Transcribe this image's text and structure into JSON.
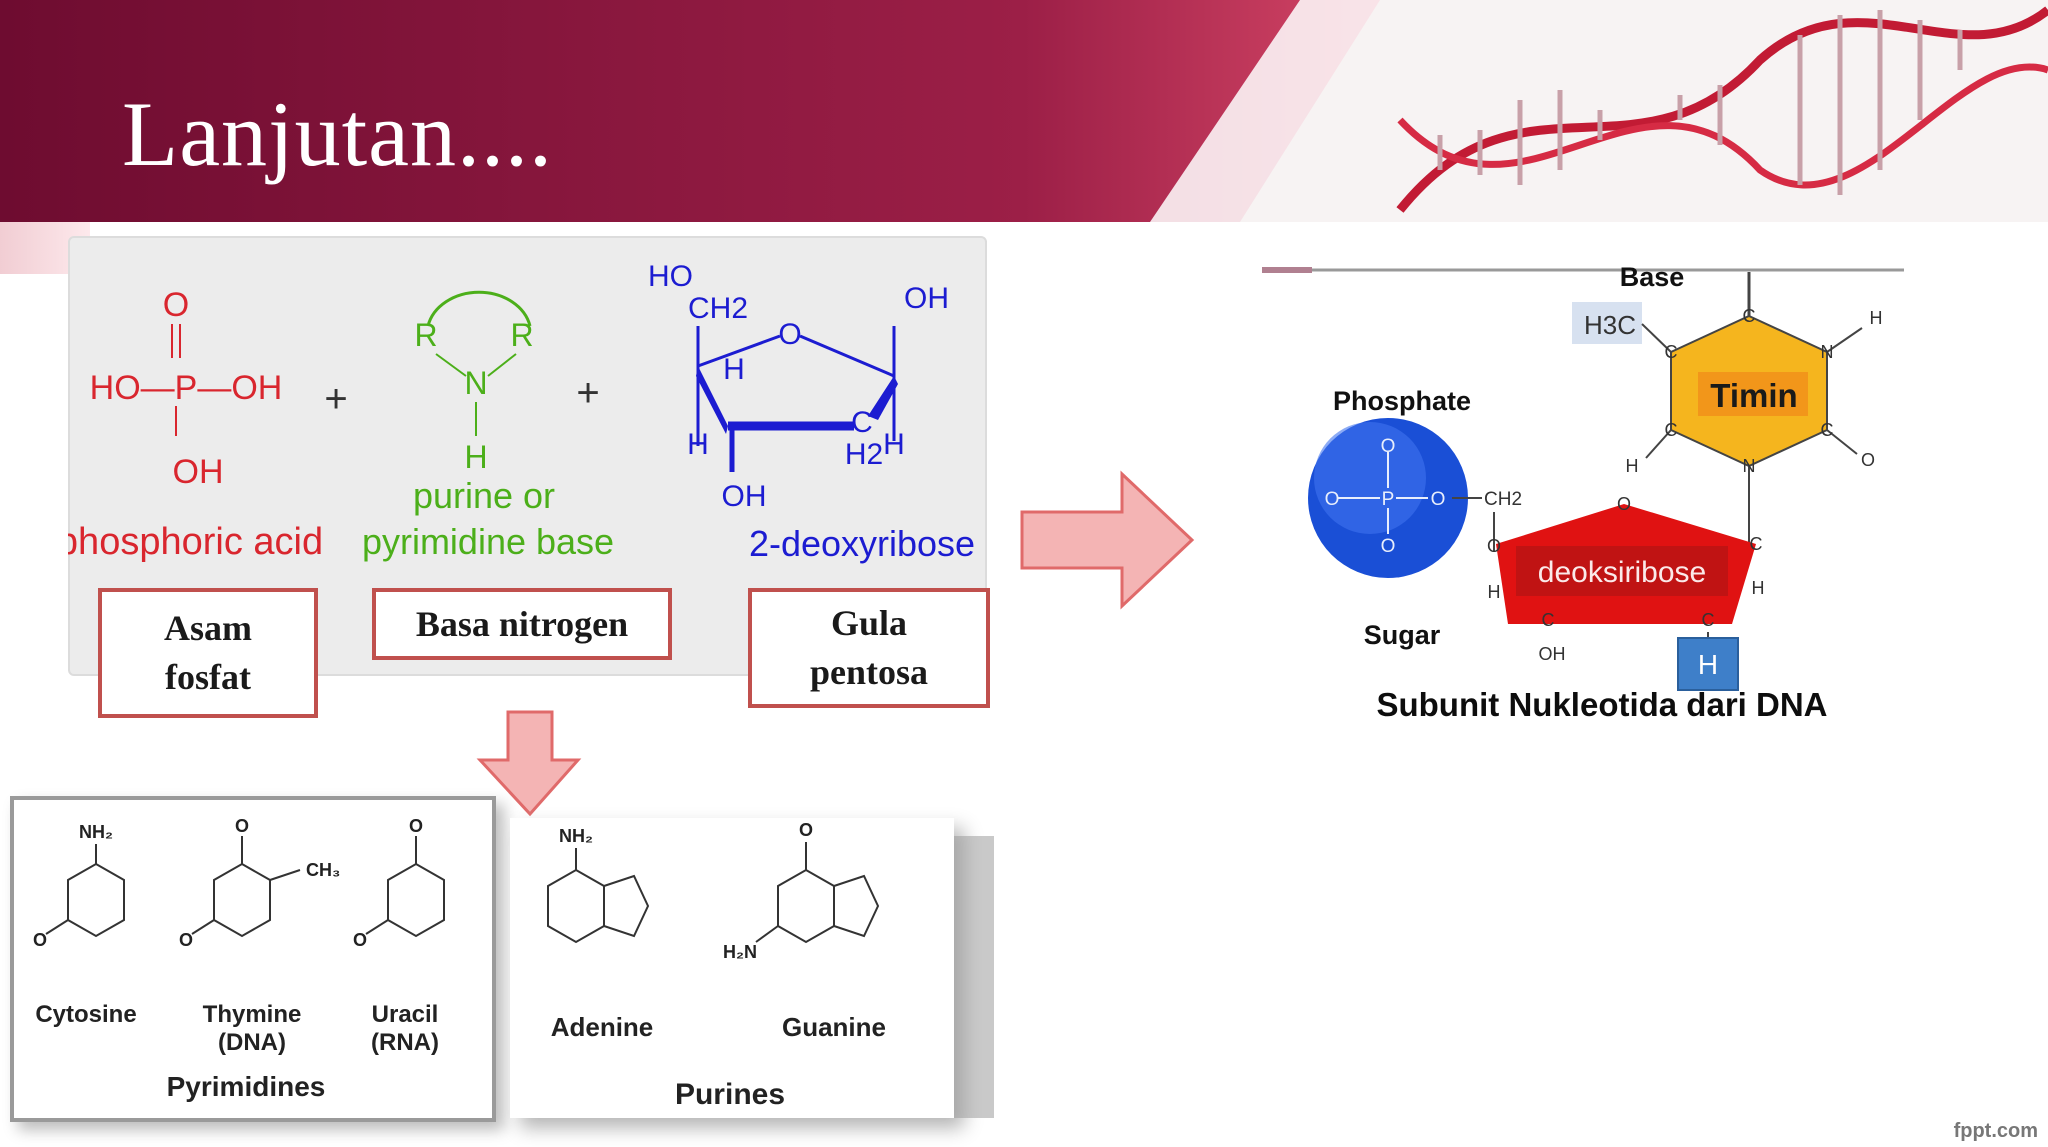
{
  "slide": {
    "title": "Lanjutan....",
    "footer_brand": "fppt.com"
  },
  "reaction": {
    "phosphoric_acid": {
      "formula": [
        "O",
        "HO—P—OH",
        "OH"
      ],
      "caption": "phosphoric acid"
    },
    "plus": "+",
    "base": {
      "atoms": [
        "R",
        "N",
        "R",
        "H"
      ],
      "caption_line1": "purine or",
      "caption_line2": "pyrimidine base"
    },
    "sugar": {
      "atoms": [
        "HO",
        "CH2",
        "O",
        "OH",
        "H",
        "H",
        "C",
        "H2",
        "H",
        "OH"
      ],
      "caption": "2-deoxyribose"
    }
  },
  "labels": {
    "asam_line1": "Asam",
    "asam_line2": "fosfat",
    "basa": "Basa nitrogen",
    "gula_line1": "Gula",
    "gula_line2": "pentosa"
  },
  "pyrimidines": {
    "heading": "Pyrimidines",
    "items": [
      {
        "name": "Cytosine",
        "sub": ""
      },
      {
        "name": "Thymine",
        "sub": "(DNA)"
      },
      {
        "name": "Uracil",
        "sub": "(RNA)"
      }
    ]
  },
  "purines": {
    "heading": "Purines",
    "items": [
      {
        "name": "Adenine"
      },
      {
        "name": "Guanine"
      }
    ]
  },
  "nucleotide": {
    "base_label": "Base",
    "phosphate_label": "Phosphate",
    "sugar_label": "Sugar",
    "timin_label": "Timin",
    "deoksiribose_label": "deoksiribose",
    "h3c_label": "H3C",
    "h_box_label": "H",
    "caption": "Subunit Nukleotida dari DNA",
    "phosphate_atoms": [
      "O",
      "O",
      "P",
      "O",
      "O",
      "CH2"
    ],
    "small_atoms": [
      "C",
      "C",
      "N",
      "H",
      "C",
      "C",
      "N",
      "H",
      "O",
      "O",
      "C",
      "H",
      "C",
      "H",
      "OH",
      "C",
      "O"
    ]
  },
  "colors": {
    "header_dark": "#7a0f35",
    "header_mid": "#a8284d",
    "header_light": "#e85a76",
    "label_border": "#c0504d",
    "arrow_fill": "#f4b4b4",
    "arrow_stroke": "#e06a6a",
    "acid_red": "#d9262e",
    "base_green": "#4caf1a",
    "sugar_blue": "#1c1cd1",
    "phosphate_blue": "#1a4fd6",
    "timin_yellow": "#f5b51e",
    "deoksi_red": "#e01212",
    "h_box_blue": "#3e7fc9"
  }
}
